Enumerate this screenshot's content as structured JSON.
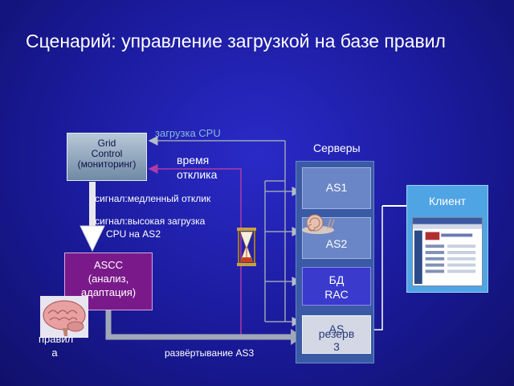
{
  "title": "Сценарий: управление загрузкой на базе правил",
  "grid_control": {
    "line1": "Grid",
    "line2": "Control",
    "line3": "(мониторинг)"
  },
  "ascc": {
    "line1": "ASCC",
    "line2": "(анализ,",
    "line3": "адаптация)"
  },
  "servers": {
    "label": "Серверы",
    "as1": "AS1",
    "as2": "AS2",
    "db_line1": "БД",
    "db_line2": "RAC",
    "reserve_as": "AS",
    "reserve_label": "резерв",
    "reserve_num": "3"
  },
  "client": {
    "label": "Клиент"
  },
  "labels": {
    "cpu_load": "загрузка CPU",
    "response_line1": "время",
    "response_line2": "отклика",
    "slow_signal": "сигнал:медленный отклик",
    "high_signal_line1": "сигнал:высокая загрузка",
    "high_signal_line2": "CPU на AS2",
    "deploy": "развёртывание AS3",
    "rules_line1": "правил",
    "rules_line2": "а"
  },
  "icons": [
    "brain-icon",
    "hourglass-icon",
    "snail-icon",
    "browser-window-icon"
  ],
  "colors": {
    "background": "#1a1a9a",
    "grid_box": "#8aa0b8",
    "ascc_box": "#7a1a8a",
    "purple_link": "#b03aa8",
    "grey_link": "#9aa4b4",
    "server_panel": "#3b5aa6",
    "client_panel": "#4fa4e4"
  }
}
